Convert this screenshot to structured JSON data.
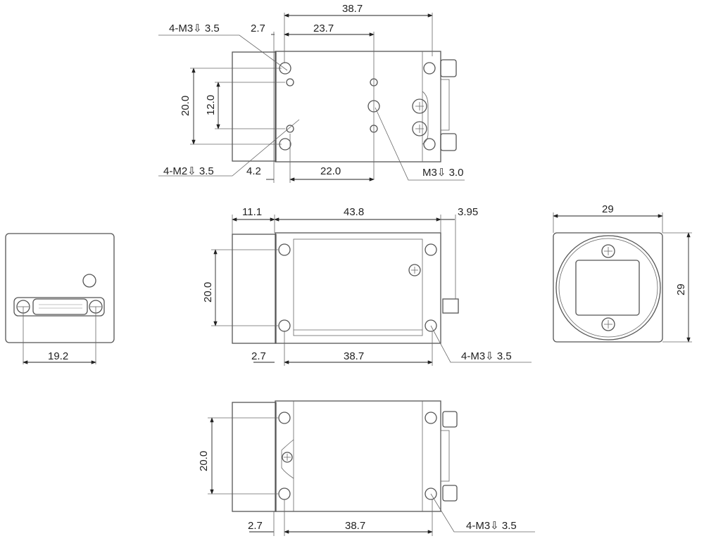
{
  "top_view": {
    "dims": {
      "total_width": "38.7",
      "hole_offset": "23.7",
      "edge_offset": "2.7",
      "height_outer": "20.0",
      "height_inner": "12.0",
      "left_offset": "4.2",
      "bottom_span": "22.0"
    },
    "callouts": {
      "m3_holes": "4-M3⇩ 3.5",
      "m2_holes": "4-M2⇩ 3.5",
      "m3_single": "M3⇩ 3.0"
    }
  },
  "rear_view": {
    "dims": {
      "screw_span": "19.2"
    }
  },
  "side_view": {
    "dims": {
      "lens_length": "11.1",
      "body_length": "43.8",
      "connector_length": "3.95",
      "hole_height": "20.0",
      "edge_offset": "2.7",
      "hole_span": "38.7"
    },
    "callouts": {
      "m3_holes": "4-M3⇩ 3.5"
    }
  },
  "front_view": {
    "dims": {
      "width": "29",
      "height": "29"
    }
  },
  "bottom_view": {
    "dims": {
      "hole_height": "20.0",
      "edge_offset": "2.7",
      "hole_span": "38.7"
    },
    "callouts": {
      "m3_holes": "4-M3⇩ 3.5"
    }
  }
}
